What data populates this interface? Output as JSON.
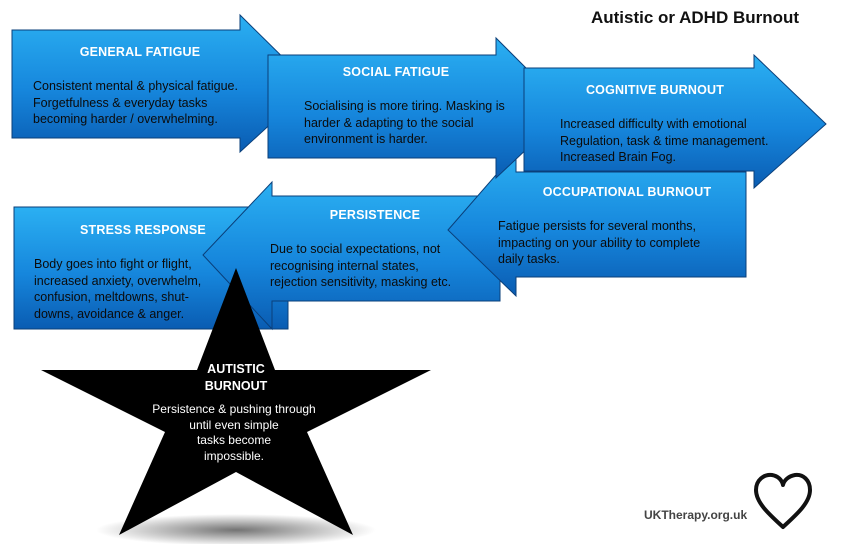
{
  "title": "Autistic or ADHD Burnout",
  "stages": {
    "general_fatigue": {
      "heading": "General Fatigue",
      "text": [
        "Consistent mental & physical fatigue.",
        "Forgetfulness & everyday tasks",
        "becoming harder / overwhelming."
      ]
    },
    "social_fatigue": {
      "heading": "Social Fatigue",
      "text": [
        "Socialising is more tiring. Masking is",
        "harder & adapting to the social",
        "environment is harder."
      ]
    },
    "cognitive_burnout": {
      "heading": "Cognitive Burnout",
      "text": [
        "Increased difficulty with emotional",
        "Regulation, task & time management.",
        "Increased Brain Fog."
      ]
    },
    "occupational_burnout": {
      "heading": "Occupational Burnout",
      "text": [
        "Fatigue persists for several months,",
        "impacting on your ability to complete",
        "daily tasks."
      ]
    },
    "persistence": {
      "heading": "Persistence",
      "text": [
        "Due to social expectations, not",
        "recognising internal states,",
        "rejection sensitivity, masking etc."
      ]
    },
    "stress_response": {
      "heading": "Stress Response",
      "text": [
        "Body goes into fight or flight,",
        "increased anxiety, overwhelm,",
        "confusion, meltdowns, shut-",
        "downs, avoidance & anger."
      ]
    }
  },
  "autistic_burnout": {
    "heading": [
      "AUTISTIC",
      "BURNOUT"
    ],
    "text": [
      "Persistence & pushing through",
      "until even simple",
      "tasks become",
      "impossible."
    ]
  },
  "credit": "UKTherapy.org.uk",
  "colors": {
    "arrow_light": "#22a6ef",
    "arrow_dark": "#0a5fb4",
    "star": "#000000",
    "body_text": "#0b0b0b"
  },
  "icons": [
    "heart-outline-icon"
  ]
}
